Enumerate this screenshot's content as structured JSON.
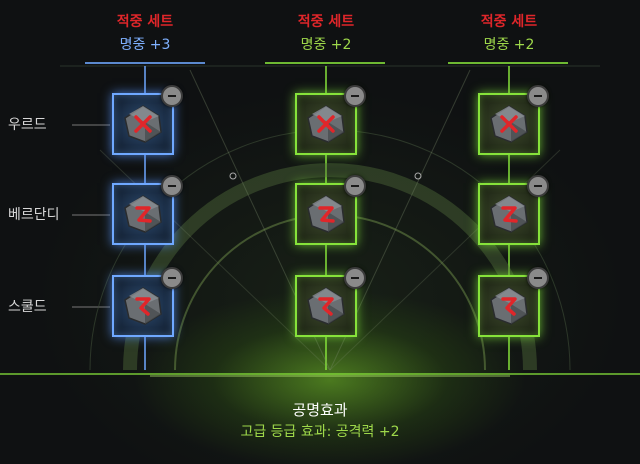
{
  "colors": {
    "set_title": "#e0262a",
    "bonus_blue": "#7fb1ff",
    "bonus_green": "#9ed84a",
    "slot_blue": "#6fa8ff",
    "slot_green": "#86e23a"
  },
  "rows": [
    {
      "label": "우르드"
    },
    {
      "label": "베르단디"
    },
    {
      "label": "스쿨드"
    }
  ],
  "columns": [
    {
      "set_title": "적중 세트",
      "bonus": "명중 +3",
      "theme": "blue",
      "slots": [
        {
          "icon": "urd-rune-icon",
          "removable": true
        },
        {
          "icon": "verdandi-rune-icon",
          "removable": true
        },
        {
          "icon": "skuld-rune-icon",
          "removable": true
        }
      ]
    },
    {
      "set_title": "적중 세트",
      "bonus": "명중 +2",
      "theme": "green",
      "slots": [
        {
          "icon": "urd-rune-icon",
          "removable": true
        },
        {
          "icon": "verdandi-rune-icon",
          "removable": true
        },
        {
          "icon": "skuld-rune-icon",
          "removable": true
        }
      ]
    },
    {
      "set_title": "적중 세트",
      "bonus": "명중 +2",
      "theme": "green",
      "slots": [
        {
          "icon": "urd-rune-icon",
          "removable": true
        },
        {
          "icon": "verdandi-rune-icon",
          "removable": true
        },
        {
          "icon": "skuld-rune-icon",
          "removable": true
        }
      ]
    }
  ],
  "effect": {
    "title": "공명효과",
    "description": "고급 등급 효과: 공격력 +2"
  }
}
